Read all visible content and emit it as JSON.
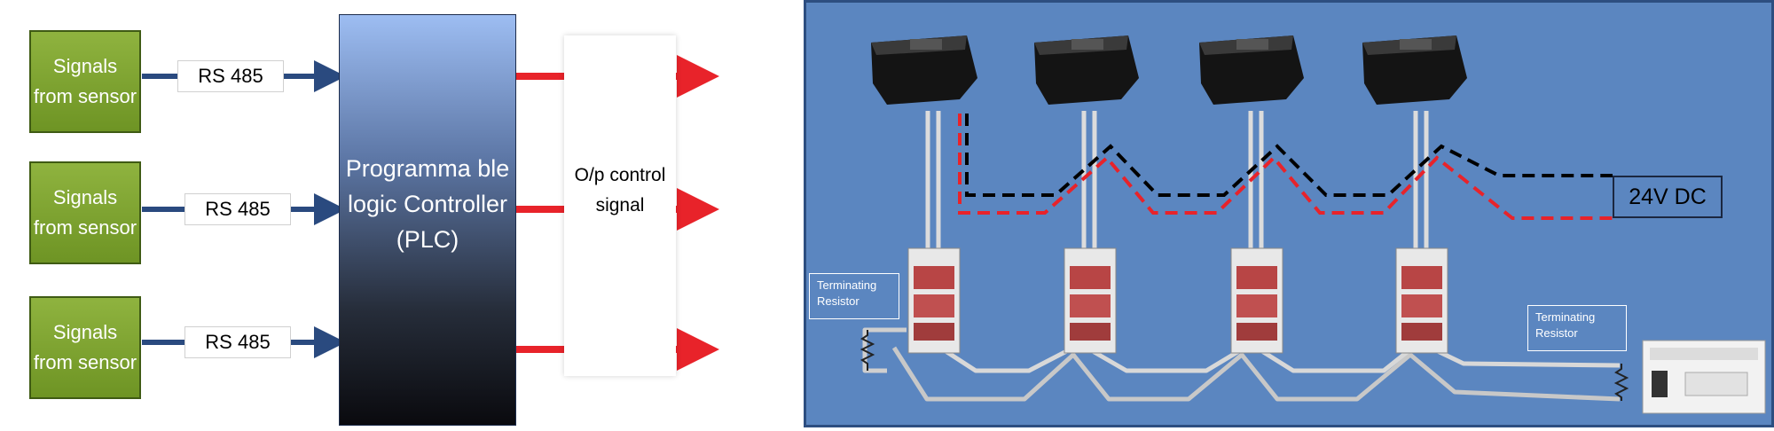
{
  "left_diagram": {
    "sensors": [
      {
        "label": "Signals from sensor"
      },
      {
        "label": "Signals from sensor"
      },
      {
        "label": "Signals from sensor"
      }
    ],
    "links": [
      {
        "label": "RS 485"
      },
      {
        "label": "RS 485"
      },
      {
        "label": "RS 485"
      }
    ],
    "plc": {
      "label": "Programma ble logic Controller (PLC)"
    },
    "output": {
      "label": "O/p control signal"
    }
  },
  "right_diagram": {
    "supply_label": "24V DC",
    "terminating_resistor_left": "Terminating Resistor",
    "terminating_resistor_right": "Terminating Resistor",
    "device_count": 4
  },
  "colors": {
    "sensor_fill": "#7ea232",
    "arrow_blue": "#2a4a7f",
    "arrow_red": "#e8232a",
    "panel_bg": "#5b86c0",
    "wire_red": "#e8232a",
    "wire_black": "#000000"
  }
}
